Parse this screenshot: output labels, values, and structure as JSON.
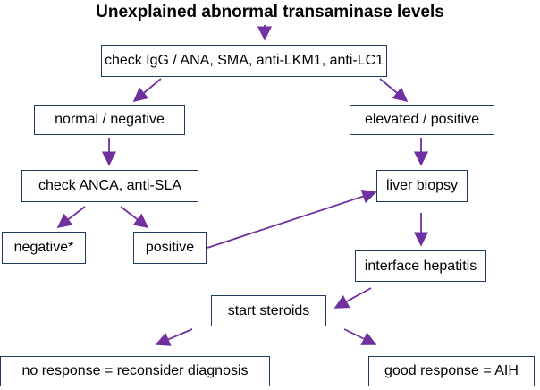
{
  "title": "Unexplained abnormal transaminase levels",
  "boxes": {
    "check_autoantibodies": "check IgG / ANA, SMA, anti-LKM1, anti-LC1",
    "normal_negative": "normal / negative",
    "elevated_positive": "elevated / positive",
    "check_anca": "check ANCA, anti-SLA",
    "liver_biopsy": "liver biopsy",
    "negative": "negative*",
    "positive": "positive",
    "interface_hepatitis": "interface hepatitis",
    "start_steroids": "start  steroids",
    "no_response": "no response = reconsider diagnosis",
    "good_response": "good response = AIH"
  },
  "colors": {
    "arrow": "#7030a0",
    "box_border": "#1f3a5f"
  }
}
